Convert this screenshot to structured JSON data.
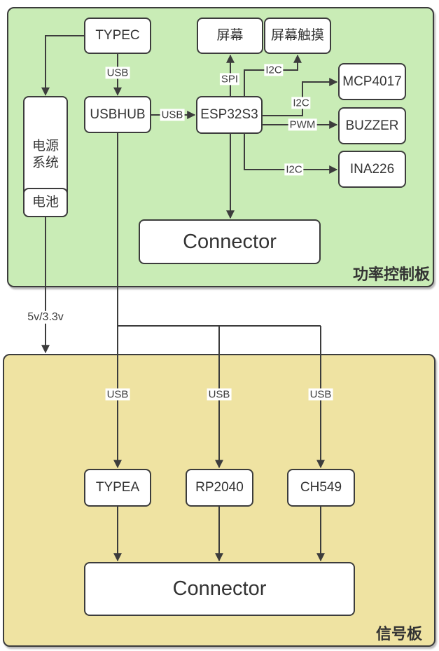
{
  "boards": {
    "power": {
      "label": "功率控制板",
      "fill": "#c9ecb6"
    },
    "signal": {
      "label": "信号板",
      "fill": "#efe3a2"
    }
  },
  "nodes": {
    "typec": {
      "label": "TYPEC"
    },
    "screen": {
      "label": "屏幕"
    },
    "screen_touch": {
      "label": "屏幕触摸"
    },
    "mcp4017": {
      "label": "MCP4017"
    },
    "usbhub": {
      "label": "USBHUB"
    },
    "esp32s3": {
      "label": "ESP32S3"
    },
    "buzzer": {
      "label": "BUZZER"
    },
    "ina226": {
      "label": "INA226"
    },
    "power_system": {
      "label": "电源\n系统"
    },
    "battery": {
      "label": "电池"
    },
    "power_connector": {
      "label": "Connector"
    },
    "typea": {
      "label": "TYPEA"
    },
    "rp2040": {
      "label": "RP2040"
    },
    "ch549": {
      "label": "CH549"
    },
    "signal_connector": {
      "label": "Connector"
    }
  },
  "edges": [
    {
      "from": "typec",
      "to": "power_system"
    },
    {
      "from": "typec",
      "to": "usbhub",
      "label": "USB"
    },
    {
      "from": "usbhub",
      "to": "esp32s3",
      "label": "USB"
    },
    {
      "from": "esp32s3",
      "to": "screen",
      "label": "SPI"
    },
    {
      "from": "esp32s3",
      "to": "screen_touch",
      "label": "I2C"
    },
    {
      "from": "esp32s3",
      "to": "mcp4017",
      "label": "I2C"
    },
    {
      "from": "esp32s3",
      "to": "buzzer",
      "label": "PWM"
    },
    {
      "from": "esp32s3",
      "to": "ina226",
      "label": "I2C"
    },
    {
      "from": "esp32s3",
      "to": "power_connector"
    },
    {
      "from": "battery",
      "to": "signal_board",
      "label": "5v/3.3v"
    },
    {
      "from": "usbhub",
      "to": "typea",
      "label": "USB"
    },
    {
      "from": "usbhub",
      "to": "rp2040",
      "label": "USB"
    },
    {
      "from": "usbhub",
      "to": "ch549",
      "label": "USB"
    },
    {
      "from": "typea",
      "to": "signal_connector"
    },
    {
      "from": "rp2040",
      "to": "signal_connector"
    },
    {
      "from": "ch549",
      "to": "signal_connector"
    }
  ],
  "colors": {
    "power_board_fill": "#c9ecb6",
    "signal_board_fill": "#efe3a2",
    "node_fill": "#ffffff",
    "stroke": "#3c3c3c",
    "text": "#333333"
  }
}
